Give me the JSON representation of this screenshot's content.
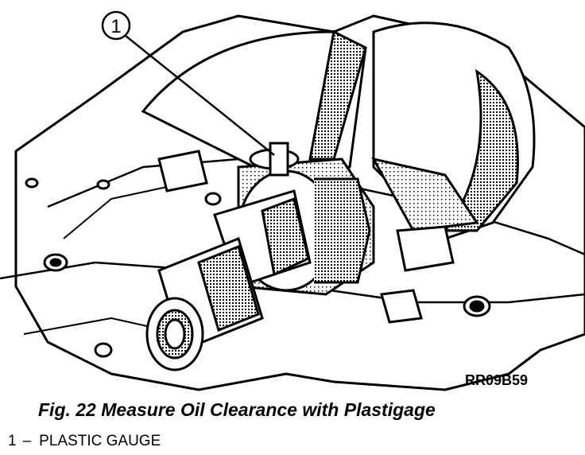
{
  "figure": {
    "callout_number": "1",
    "image_code": "RR09B59",
    "caption": "Fig. 22 Measure Oil Clearance with Plastigage"
  },
  "legend": {
    "items": [
      {
        "number": "1",
        "dash": "–",
        "label": "PLASTIC GAUGE"
      }
    ]
  }
}
